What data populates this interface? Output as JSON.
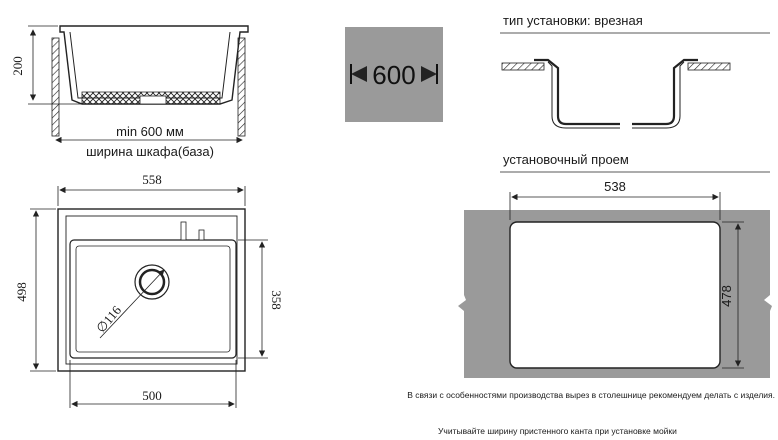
{
  "side_view": {
    "height_dim": "200",
    "cabinet_min": "min 600 мм",
    "cabinet_label": "ширина шкафа(база)"
  },
  "cabinet_badge": {
    "value": "600",
    "bg": "#9a9a9a"
  },
  "install_type": {
    "label": "тип установки: врезная"
  },
  "top_view": {
    "width_outer": "558",
    "height_outer": "498",
    "bowl_width": "500",
    "bowl_height": "358",
    "drain_dia": "∅116"
  },
  "cutout": {
    "title": "установочный проем",
    "width": "538",
    "height": "478",
    "note": "В связи с особенностями производства вырез в столешнице рекомендуем делать с изделия.",
    "bg": "#9a9a9a"
  },
  "footer_note": "Учитывайте ширину пристенного канта при установке мойки"
}
